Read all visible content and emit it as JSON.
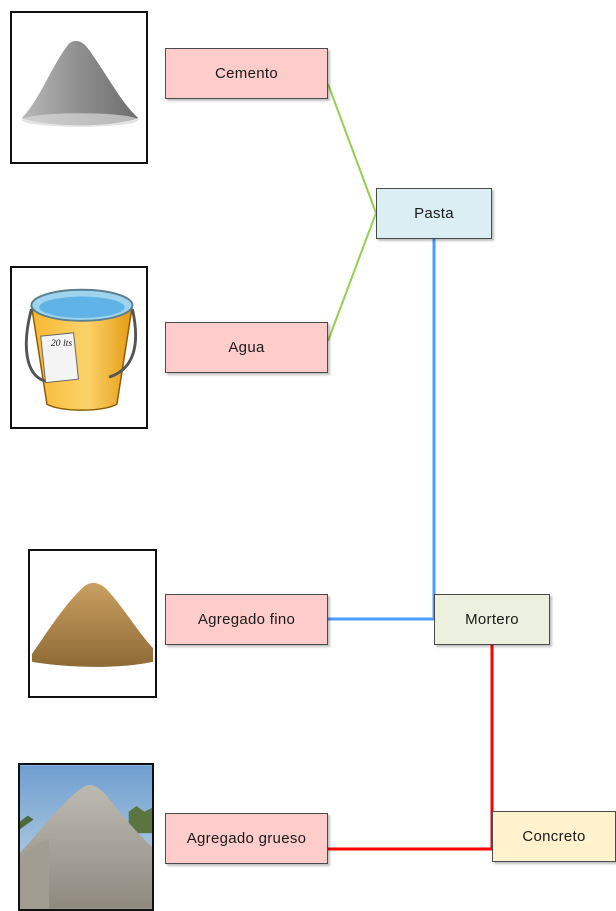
{
  "nodes": {
    "cemento": "Cemento",
    "agua": "Agua",
    "agregado_fino": "Agregado fino",
    "agregado_grueso": "Agregado grueso",
    "pasta": "Pasta",
    "mortero": "Mortero",
    "concreto": "Concreto"
  },
  "bucket_label": "20 lts",
  "colors": {
    "ingredient_fill": "#ffcccc",
    "pasta_fill": "#daeef3",
    "mortero_fill": "#ebf1de",
    "concreto_fill": "#fff2cc",
    "link_green": "#92d050",
    "link_blue": "#4a9eff",
    "link_red": "#ff0000"
  },
  "icons": [
    "cement-powder-pile-icon",
    "water-bucket-icon",
    "sand-pile-icon",
    "gravel-pile-icon"
  ]
}
